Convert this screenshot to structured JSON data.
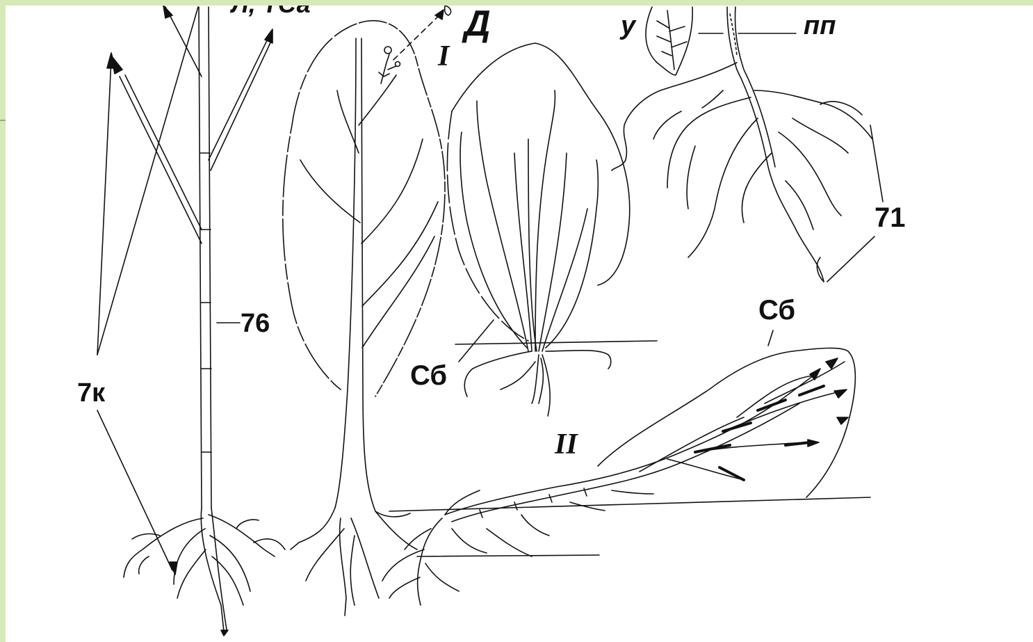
{
  "labels": {
    "top_cut": "Л, ТСа",
    "d": "Д",
    "roman_one": "I",
    "roman_two": "II",
    "u": "у",
    "pp": "пп",
    "l71": "71",
    "l76": "76",
    "l7k": "7к",
    "sb1": "Сб",
    "sb2": "Сб"
  }
}
